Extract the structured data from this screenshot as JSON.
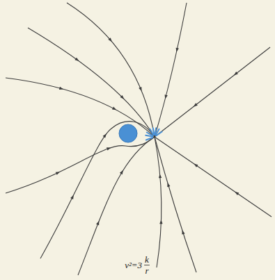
{
  "diagram": {
    "labels": [
      "v²=3",
      "k",
      "r"
    ]
  }
}
